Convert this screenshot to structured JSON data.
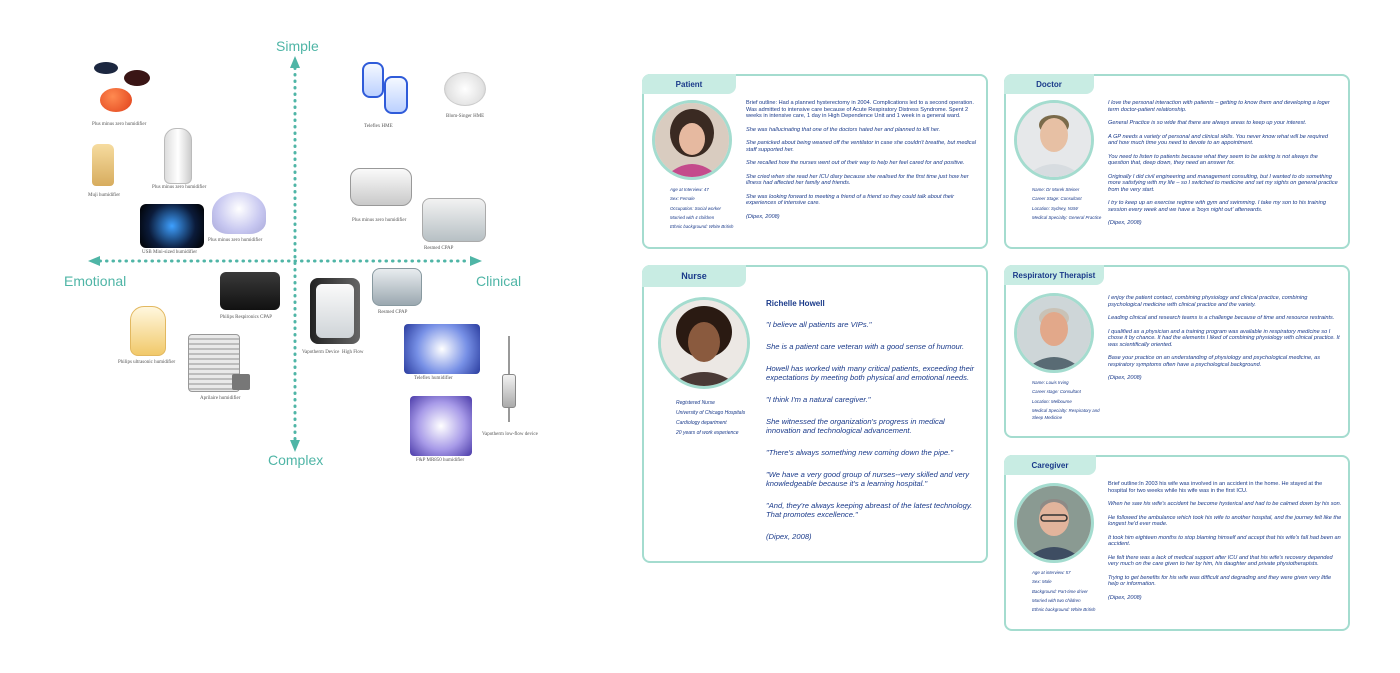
{
  "map": {
    "axes": {
      "top": "Simple",
      "bottom": "Complex",
      "left": "Emotional",
      "right": "Clinical"
    },
    "colors": {
      "axis": "#4fb5a6"
    },
    "products": [
      {
        "id": "plus-minus-zero-1",
        "label": "Plus minus zero humidifier"
      },
      {
        "id": "muji",
        "label": "Muji humidifier"
      },
      {
        "id": "plus-minus-zero-2",
        "label": "Plus minus zero humidifier"
      },
      {
        "id": "usb-mini",
        "label": "USB Mini-sized humidifier"
      },
      {
        "id": "plus-minus-zero-3",
        "label": "Plus minus zero humidifier"
      },
      {
        "id": "teleflex-hme",
        "label": "Teleflex HME"
      },
      {
        "id": "blom-singer",
        "label": "Blom-Singer HME"
      },
      {
        "id": "plus-minus-zero-4",
        "label": "Plus minus zero humidifier"
      },
      {
        "id": "resmed-cpap-1",
        "label": "Resmed CPAP"
      },
      {
        "id": "philips-cpap",
        "label": "Philips Respironics CPAP"
      },
      {
        "id": "philips-ultrasonic",
        "label": "Philips ultrasonic humidifier"
      },
      {
        "id": "aprilaire",
        "label": "Aprilaire humidifier"
      },
      {
        "id": "vapotherm",
        "label": "Vapotherm Device"
      },
      {
        "id": "high-flow",
        "label": "High Flow"
      },
      {
        "id": "resmed-cpap-2",
        "label": "Resmed CPAP"
      },
      {
        "id": "teleflex-humidifier",
        "label": "Teleflex humidifier"
      },
      {
        "id": "vapotherm-low-flow",
        "label": "Vapotherm low-flow device"
      },
      {
        "id": "fp-mr850",
        "label": "F&P MR850 humidifier"
      }
    ]
  },
  "personas": {
    "patient": {
      "title": "Patient",
      "facts": [
        "Age at Interview: 47",
        "Sex: Female",
        "Occupation: Social worker",
        "Married with 4 children",
        "Ethnic background: White British"
      ],
      "body": [
        "Brief outline: Had a planned hysterectomy in 2004. Complications led to a second operation. Was admitted to intensive care because of Acute Respiratory Distress Syndrome. Spent 2 weeks in intensive care, 1 day in High Dependence Unit and 1 week in a general ward.",
        "She was hallucinating that one of the doctors hated her and planned to kill her.",
        "She panicked about being weaned off the ventilator in case she couldn't breathe, but medical staff supported her.",
        "She recalled how the nurses went out of their way to help her feel cared for and positive.",
        "She cried when she read her ICU diary because she realised for the first time just how her illness had affected her family and friends.",
        "She was looking forward to meeting a friend of a friend so they could talk about their experiences of intensive care."
      ],
      "source": "(Dipex, 2008)"
    },
    "doctor": {
      "title": "Doctor",
      "facts": [
        "Name: Dr Marek Steiner",
        "Career Stage: Consultant",
        "Location: Sydney, NSW",
        "Medical Specialty: General Practice"
      ],
      "body": [
        "I love the personal interaction with patients – getting to know them and developing a loger term doctor-patient relationship.",
        "General Practice is so wide that there are always areas to keep up your interest.",
        "A GP needs a variety of personal and clinical skills. You never know what will be required and how much time you need to devote to an appointment.",
        "You need to listen to patients because what they seem to be asking is not always the question that, deep down, they need an answer for.",
        "Originally I did civil engineering and management consulting, but I wanted to do something more satisfying with my life – so I switched to medicine and set my sights on general practice from the very start.",
        "I try to keep up an exercise regime with gym and swimming. I take my son to his training session every week and we have a 'boys night out' afterwards."
      ],
      "source": "(Dipex, 2008)"
    },
    "nurse": {
      "title": "Nurse",
      "name": "Richelle Howell",
      "facts": [
        "Registered Nurse",
        "University of Chicago Hospitals",
        "Cardiology department",
        "20 years of work experience"
      ],
      "body": [
        "\"I believe all patients are VIPs.\"",
        "She is a patient care veteran with a good sense of humour.",
        "Howell has worked with many critical patients, exceeding their expectations by meeting both physical and emotional needs.",
        "\"I think I'm a natural caregiver.\"",
        "She witnessed the organization's progress in medical innovation and technological advancement.",
        "\"There's always something new coming down the pipe.\"",
        "\"We have a very good group of nurses--very skilled and very knowledgeable because it's a learning hospital.\"",
        "\"And, they're always keeping abreast of the latest technology. That promotes excellence.\""
      ],
      "source": "(Dipex, 2008)"
    },
    "therapist": {
      "title": "Respiratory Therapist",
      "facts": [
        "Name: Louis Irving",
        "Career stage: Consultant",
        "Location: Melbourne",
        "Medical Specialty: Respiratory and Sleep Medicine"
      ],
      "body": [
        "I enjoy the patient contact, combining physiology and clinical practice, combining psychological medicine with clinical practice and the variety.",
        "Leading clinical and research teams is a challenge because of time and resource restraints.",
        "I qualified as a physician and a training program was available in respiratory medicine so I chose it by chance. It had the elements I liked of combining physiology with clinical practice. It was scientifically oriented.",
        "Base your practice on an understanding of physiology and psychological medicine, as respiratory symptoms often have a psychological background."
      ],
      "source": "(Dipex, 2008)"
    },
    "caregiver": {
      "title": "Caregiver",
      "facts": [
        "Age at interview: 57",
        "Sex: Male",
        "Background: Part-time driver",
        "Married with two children",
        "Ethnic background: White British"
      ],
      "body": [
        "Brief outline:In 2003 his wife was involved in an accident in the home. He stayed at the hospital for two weeks while his wife was in the first ICU.",
        "When he saw his wife's accident he become hysterical and had to be calmed down by his son.",
        "He followed the ambulance which took his wife to another hospital, and the journey felt like the longest he'd ever made.",
        "It took him eighteen months to stop blaming himself and accept that his wife's fall had been an accident.",
        "He felt there was a lack of medical support after ICU and that his wife's recovery depended very much on the care given to her by him, his daughter and private physiotherapists.",
        "Trying to get benefits for his wife was difficult and degrading and they were given very little help or information."
      ],
      "source": "(Dipex, 2008)"
    }
  }
}
